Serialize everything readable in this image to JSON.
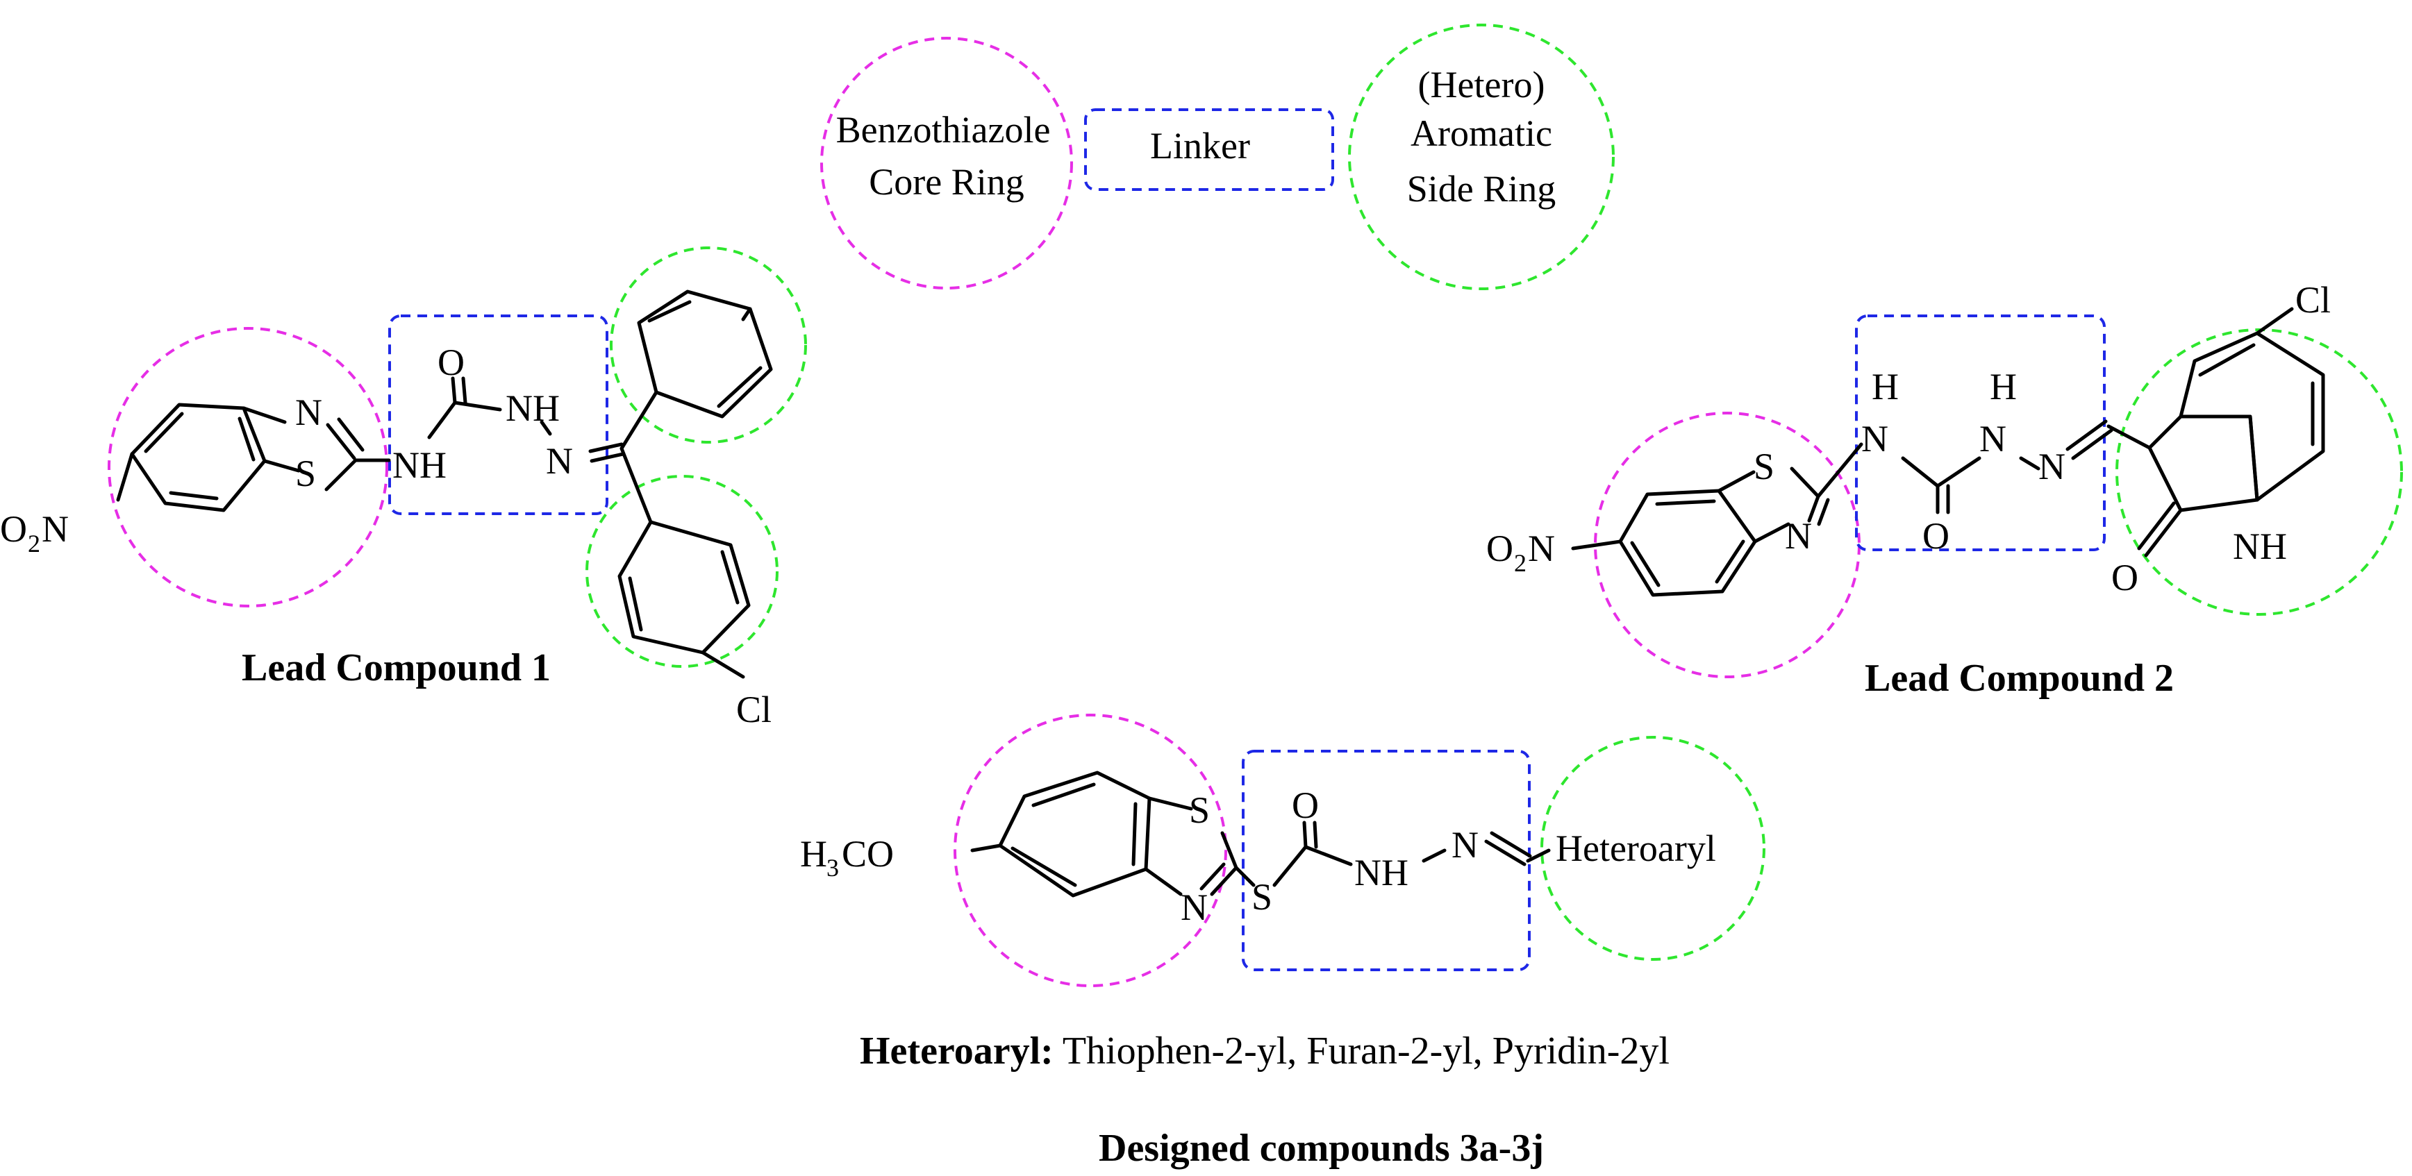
{
  "legend": {
    "core": [
      "Benzothiazole",
      "Core Ring"
    ],
    "linker": "Linker",
    "side": [
      "(Hetero)",
      "Aromatic",
      "Side Ring"
    ]
  },
  "colors": {
    "core_ring": "#e62ee6",
    "linker": "#1e28e6",
    "side_ring": "#2ee62e"
  },
  "lead1": {
    "caption": "Lead Compound 1",
    "atoms": {
      "o2n_o": "O",
      "o2n_sub": "2",
      "o2n_n": "N",
      "n_ring": "N",
      "s_ring": "S",
      "o": "O",
      "nh_a": "NH",
      "nh_b": "NH",
      "n_imine": "N",
      "cl": "Cl"
    }
  },
  "lead2": {
    "caption": "Lead Compound 2",
    "atoms": {
      "cl": "Cl",
      "h1": "H",
      "n1": "N",
      "h2": "H",
      "n2": "N",
      "n3": "N",
      "s_ring": "S",
      "n_ring": "N",
      "o2n_o": "O",
      "o2n_sub": "2",
      "o2n_n": "N",
      "o": "O",
      "o_lactam": "O",
      "nh": "NH"
    }
  },
  "designed": {
    "h3co_h": "H",
    "h3co_sub": "3",
    "h3co_co": "CO",
    "s_ring": "S",
    "n_ring": "N",
    "s_link": "S",
    "o": "O",
    "nh": "NH",
    "n_imine": "N",
    "heteroaryl": "Heteroaryl",
    "note_label": "Heteroaryl:",
    "note_text": " Thiophen-2-yl, Furan-2-yl, Pyridin-2yl",
    "caption": "Designed compounds 3a-3j"
  }
}
